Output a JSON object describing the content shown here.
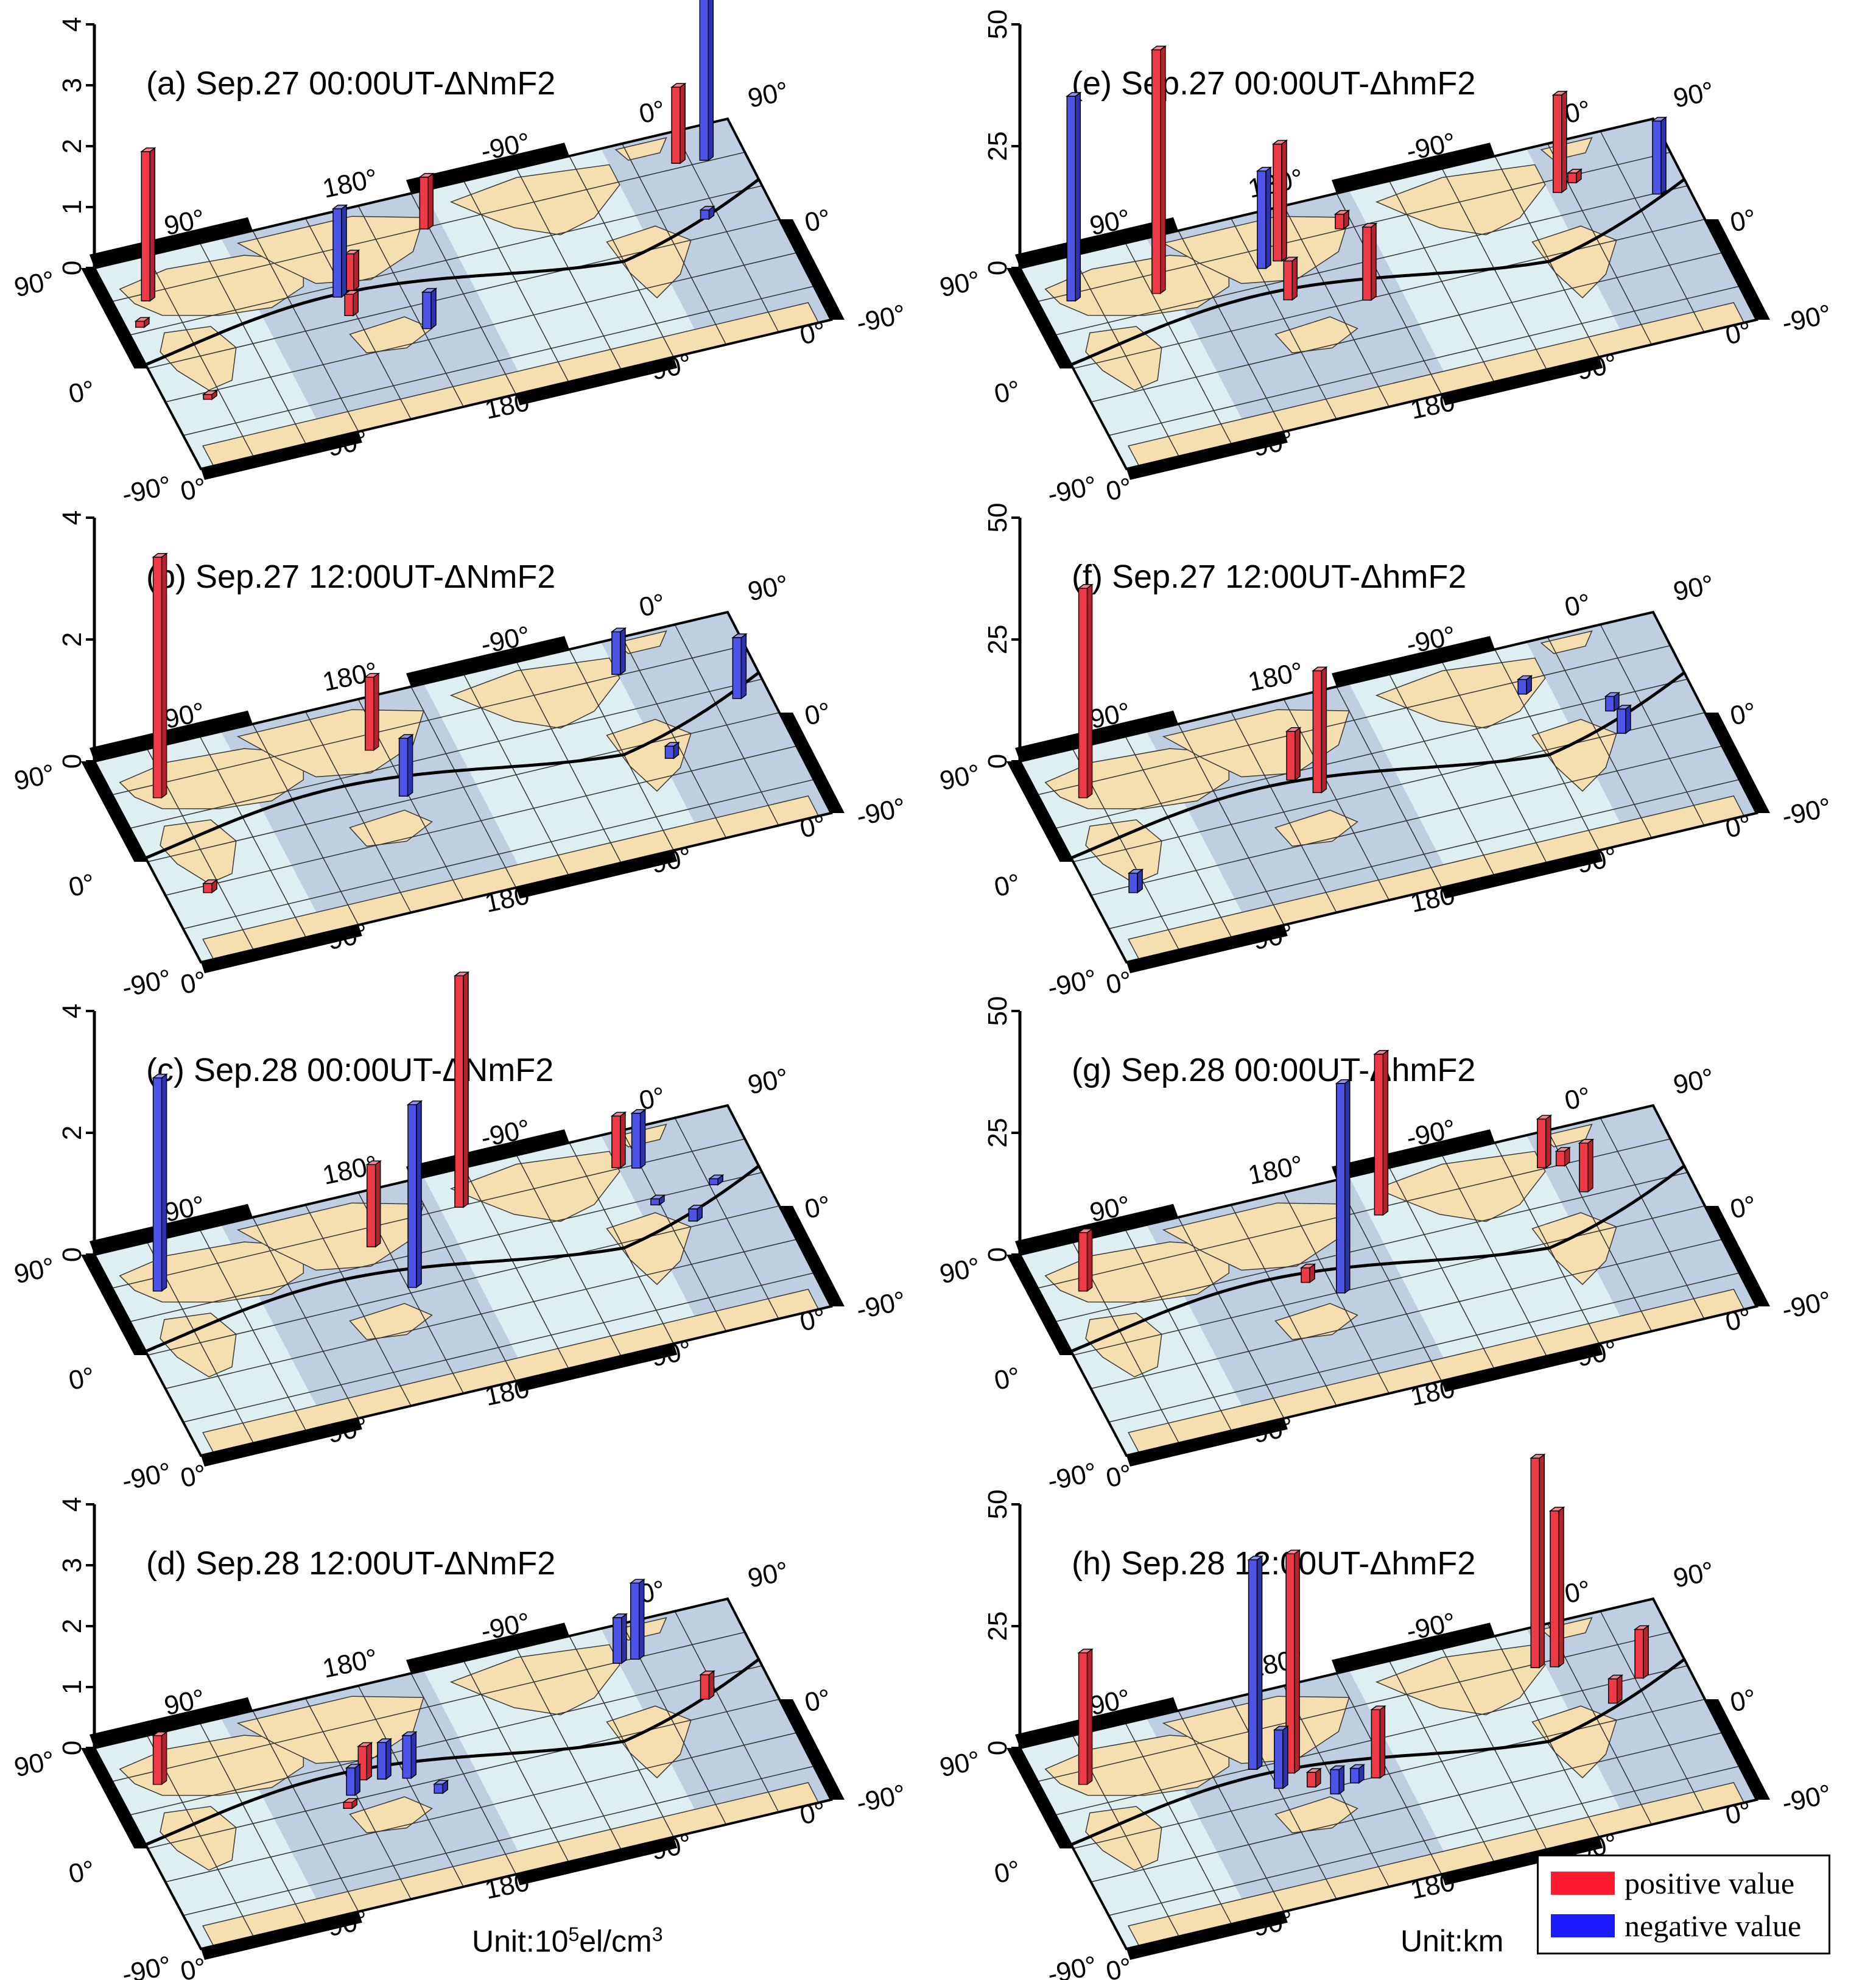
{
  "colors": {
    "positive": "#ee3a46",
    "negative": "#4c55e8",
    "land_day": "#f5deb0",
    "land_night": "#c6b49a",
    "ocean_day": "#dfeef0",
    "ocean_night": "#b5c3dd",
    "axis": "#000000"
  },
  "legend": {
    "positive": "positive value",
    "negative": "negative value"
  },
  "units": {
    "nmf2_prefix": "Unit:10",
    "nmf2_exp1": "5",
    "nmf2_mid": "el/cm",
    "nmf2_exp2": "3",
    "hmf2": "Unit:km"
  },
  "map_ticks": {
    "front_lon": [
      "0°",
      "90°",
      "180°",
      "-90°",
      "0°"
    ],
    "back_lon": [
      "90°",
      "180°",
      "-90°",
      "0°"
    ],
    "left_lat": [
      "90°",
      "0°",
      "-90°"
    ],
    "right_lat": [
      "90°",
      "0°",
      "-90°"
    ]
  },
  "chart_data": [
    {
      "id": "a",
      "type": "bar3d",
      "title": "(a) Sep.27 00:00UT-ΔNmF2",
      "z_ticks": [
        "0",
        "1",
        "2",
        "3",
        "4"
      ],
      "z_range": [
        0,
        4
      ],
      "bars": [
        {
          "lon": 113,
          "lat": 22,
          "value": 1.45,
          "sign": "negative"
        },
        {
          "lon": 121,
          "lat": 25,
          "value": 0.6,
          "sign": "positive"
        },
        {
          "lon": 114,
          "lat": 5,
          "value": 0.35,
          "sign": "positive"
        },
        {
          "lon": 150,
          "lat": -20,
          "value": 0.6,
          "sign": "negative"
        },
        {
          "lon": 175,
          "lat": 60,
          "value": 0.85,
          "sign": "positive"
        },
        {
          "lon": -40,
          "lat": 65,
          "value": 1.25,
          "sign": "positive"
        },
        {
          "lon": -25,
          "lat": 62,
          "value": 2.9,
          "sign": "negative"
        },
        {
          "lon": 15,
          "lat": 55,
          "value": 2.45,
          "sign": "positive"
        },
        {
          "lon": 5,
          "lat": 35,
          "value": 0.1,
          "sign": "positive"
        },
        {
          "lon": -40,
          "lat": 15,
          "value": 0.15,
          "sign": "negative"
        },
        {
          "lon": 20,
          "lat": -35,
          "value": 0.08,
          "sign": "positive"
        }
      ]
    },
    {
      "id": "b",
      "type": "bar3d",
      "title": "(b) Sep.27 12:00UT-ΔNmF2",
      "z_ticks": [
        "0",
        "2",
        "4"
      ],
      "z_range": [
        0,
        4
      ],
      "bars": [
        {
          "lon": 140,
          "lat": 48,
          "value": 1.2,
          "sign": "positive"
        },
        {
          "lon": 145,
          "lat": 5,
          "value": 0.95,
          "sign": "negative"
        },
        {
          "lon": -75,
          "lat": 62,
          "value": 0.7,
          "sign": "negative"
        },
        {
          "lon": -20,
          "lat": 20,
          "value": 1.0,
          "sign": "negative"
        },
        {
          "lon": -70,
          "lat": -15,
          "value": 0.2,
          "sign": "negative"
        },
        {
          "lon": 20,
          "lat": 50,
          "value": 3.95,
          "sign": "positive"
        },
        {
          "lon": 20,
          "lat": -35,
          "value": 0.15,
          "sign": "positive"
        }
      ]
    },
    {
      "id": "c",
      "type": "bar3d",
      "title": "(c) Sep.28 00:00UT-ΔNmF2",
      "z_ticks": [
        "0",
        "2",
        "4"
      ],
      "z_range": [
        0,
        4
      ],
      "bars": [
        {
          "lon": 140,
          "lat": 45,
          "value": 1.35,
          "sign": "positive"
        },
        {
          "lon": 150,
          "lat": 5,
          "value": 3.0,
          "sign": "negative"
        },
        {
          "lon": -165,
          "lat": 60,
          "value": 3.8,
          "sign": "positive"
        },
        {
          "lon": -75,
          "lat": 62,
          "value": 0.85,
          "sign": "positive"
        },
        {
          "lon": -65,
          "lat": 58,
          "value": 0.9,
          "sign": "negative"
        },
        {
          "lon": -65,
          "lat": 25,
          "value": 0.1,
          "sign": "negative"
        },
        {
          "lon": -50,
          "lat": 5,
          "value": 0.2,
          "sign": "negative"
        },
        {
          "lon": 20,
          "lat": 50,
          "value": 3.5,
          "sign": "negative"
        },
        {
          "lon": -30,
          "lat": 30,
          "value": 0.1,
          "sign": "negative"
        }
      ]
    },
    {
      "id": "d",
      "type": "bar3d",
      "title": "(d) Sep.28 12:00UT-ΔNmF2",
      "z_ticks": [
        "0",
        "1",
        "2",
        "3",
        "4"
      ],
      "z_range": [
        0,
        4
      ],
      "bars": [
        {
          "lon": 115,
          "lat": 5,
          "value": 0.45,
          "sign": "negative"
        },
        {
          "lon": 125,
          "lat": 15,
          "value": 0.55,
          "sign": "positive"
        },
        {
          "lon": 135,
          "lat": 12,
          "value": 0.6,
          "sign": "negative"
        },
        {
          "lon": 148,
          "lat": 8,
          "value": 0.7,
          "sign": "negative"
        },
        {
          "lon": 160,
          "lat": -10,
          "value": 0.15,
          "sign": "negative"
        },
        {
          "lon": 110,
          "lat": -5,
          "value": 0.1,
          "sign": "positive"
        },
        {
          "lon": -75,
          "lat": 60,
          "value": 0.75,
          "sign": "negative"
        },
        {
          "lon": -65,
          "lat": 60,
          "value": 1.25,
          "sign": "negative"
        },
        {
          "lon": -40,
          "lat": 15,
          "value": 0.4,
          "sign": "positive"
        },
        {
          "lon": 20,
          "lat": 50,
          "value": 0.8,
          "sign": "positive"
        }
      ]
    },
    {
      "id": "e",
      "type": "bar3d",
      "title": "(e) Sep.27 00:00UT-ΔhmF2",
      "z_ticks": [
        "0",
        "25",
        "50"
      ],
      "z_range": [
        0,
        50
      ],
      "bars": [
        {
          "lon": 60,
          "lat": 45,
          "value": 50,
          "sign": "positive"
        },
        {
          "lon": 120,
          "lat": 45,
          "value": 20,
          "sign": "negative"
        },
        {
          "lon": 130,
          "lat": 48,
          "value": 24,
          "sign": "positive"
        },
        {
          "lon": 125,
          "lat": 15,
          "value": 8,
          "sign": "positive"
        },
        {
          "lon": 165,
          "lat": 0,
          "value": 15,
          "sign": "positive"
        },
        {
          "lon": 170,
          "lat": 62,
          "value": 3,
          "sign": "positive"
        },
        {
          "lon": -70,
          "lat": 50,
          "value": 20,
          "sign": "positive"
        },
        {
          "lon": -60,
          "lat": 55,
          "value": 2,
          "sign": "positive"
        },
        {
          "lon": -20,
          "lat": 30,
          "value": 15,
          "sign": "negative"
        },
        {
          "lon": 15,
          "lat": 55,
          "value": 42,
          "sign": "negative"
        }
      ]
    },
    {
      "id": "f",
      "type": "bar3d",
      "title": "(f) Sep.27 12:00UT-ΔhmF2",
      "z_ticks": [
        "0",
        "25",
        "50"
      ],
      "z_range": [
        0,
        50
      ],
      "bars": [
        {
          "lon": 130,
          "lat": 25,
          "value": 10,
          "sign": "positive"
        },
        {
          "lon": 140,
          "lat": 10,
          "value": 25,
          "sign": "positive"
        },
        {
          "lon": -90,
          "lat": 50,
          "value": 3,
          "sign": "negative"
        },
        {
          "lon": -50,
          "lat": 20,
          "value": 3,
          "sign": "negative"
        },
        {
          "lon": -50,
          "lat": 0,
          "value": 5,
          "sign": "negative"
        },
        {
          "lon": 20,
          "lat": 50,
          "value": 43,
          "sign": "positive"
        },
        {
          "lon": 20,
          "lat": -35,
          "value": 4,
          "sign": "negative"
        }
      ]
    },
    {
      "id": "g",
      "type": "bar3d",
      "title": "(g) Sep.28 00:00UT-ΔhmF2",
      "z_ticks": [
        "0",
        "25",
        "50"
      ],
      "z_range": [
        0,
        50
      ],
      "bars": [
        {
          "lon": 135,
          "lat": 15,
          "value": 3,
          "sign": "positive"
        },
        {
          "lon": 150,
          "lat": 0,
          "value": 43,
          "sign": "negative"
        },
        {
          "lon": -170,
          "lat": 55,
          "value": 33,
          "sign": "positive"
        },
        {
          "lon": -75,
          "lat": 62,
          "value": 10,
          "sign": "positive"
        },
        {
          "lon": -65,
          "lat": 60,
          "value": 3,
          "sign": "positive"
        },
        {
          "lon": -60,
          "lat": 35,
          "value": 10,
          "sign": "positive"
        },
        {
          "lon": 20,
          "lat": 50,
          "value": 12,
          "sign": "positive"
        }
      ]
    },
    {
      "id": "h",
      "type": "bar3d",
      "title": "(h) Sep.28 12:00UT-ΔhmF2",
      "z_ticks": [
        "0",
        "25",
        "50"
      ],
      "z_range": [
        0,
        50
      ],
      "bars": [
        {
          "lon": 110,
          "lat": 30,
          "value": 43,
          "sign": "negative"
        },
        {
          "lon": 118,
          "lat": 10,
          "value": 12,
          "sign": "negative"
        },
        {
          "lon": 128,
          "lat": 20,
          "value": 45,
          "sign": "positive"
        },
        {
          "lon": 135,
          "lat": 5,
          "value": 3,
          "sign": "positive"
        },
        {
          "lon": 145,
          "lat": -5,
          "value": 5,
          "sign": "negative"
        },
        {
          "lon": 158,
          "lat": 0,
          "value": 3,
          "sign": "negative"
        },
        {
          "lon": 170,
          "lat": 0,
          "value": 14,
          "sign": "positive"
        },
        {
          "lon": -80,
          "lat": 58,
          "value": 43,
          "sign": "positive"
        },
        {
          "lon": -70,
          "lat": 55,
          "value": 32,
          "sign": "positive"
        },
        {
          "lon": -50,
          "lat": 15,
          "value": 5,
          "sign": "positive"
        },
        {
          "lon": -30,
          "lat": 30,
          "value": 10,
          "sign": "positive"
        },
        {
          "lon": 20,
          "lat": 50,
          "value": 27,
          "sign": "positive"
        }
      ]
    }
  ]
}
